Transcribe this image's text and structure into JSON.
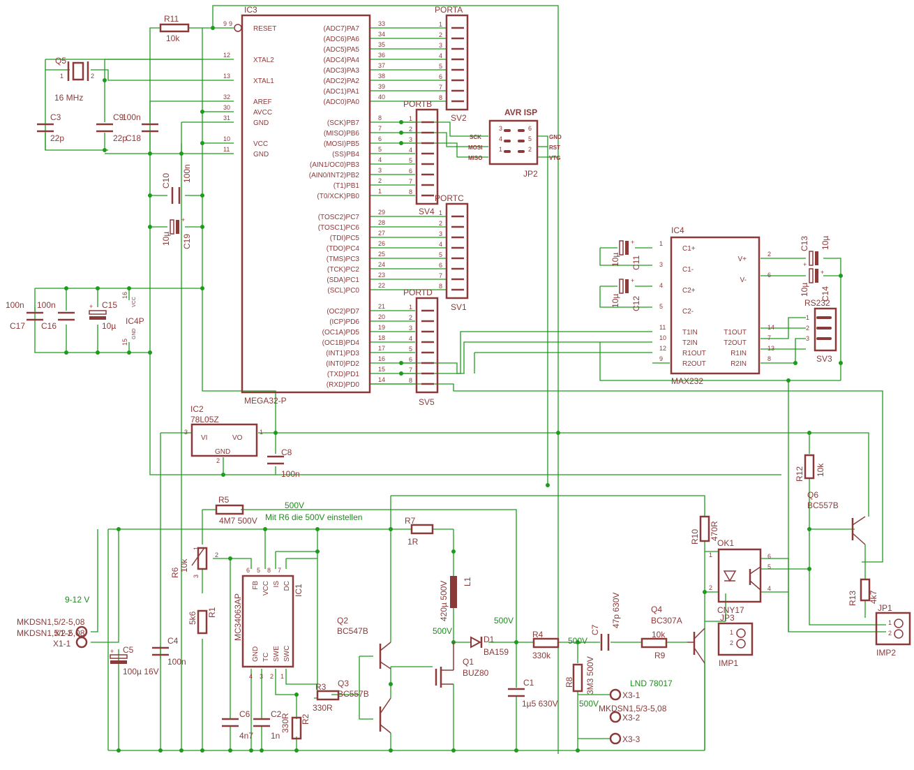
{
  "ic3": {
    "ref": "IC3",
    "value": "MEGA32-P",
    "left_pins": [
      {
        "num": "9",
        "name": "RESET"
      },
      {
        "num": "12",
        "name": "XTAL2"
      },
      {
        "num": "13",
        "name": "XTAL1"
      },
      {
        "num": "32",
        "name": "AREF"
      },
      {
        "num": "30",
        "name": "AVCC"
      },
      {
        "num": "31",
        "name": "GND"
      },
      {
        "num": "10",
        "name": "VCC"
      },
      {
        "num": "11",
        "name": "GND"
      }
    ],
    "right_pins": [
      {
        "num": "33",
        "name": "(ADC7)PA7"
      },
      {
        "num": "34",
        "name": "(ADC6)PA6"
      },
      {
        "num": "35",
        "name": "(ADC5)PA5"
      },
      {
        "num": "36",
        "name": "(ADC4)PA4"
      },
      {
        "num": "37",
        "name": "(ADC3)PA3"
      },
      {
        "num": "38",
        "name": "(ADC2)PA2"
      },
      {
        "num": "39",
        "name": "(ADC1)PA1"
      },
      {
        "num": "40",
        "name": "(ADC0)PA0"
      },
      {
        "num": "8",
        "name": "(SCK)PB7"
      },
      {
        "num": "7",
        "name": "(MISO)PB6"
      },
      {
        "num": "6",
        "name": "(MOSI)PB5"
      },
      {
        "num": "5",
        "name": "(SS)PB4"
      },
      {
        "num": "4",
        "name": "(AIN1/OC0)PB3"
      },
      {
        "num": "3",
        "name": "(AIN0/INT2)PB2"
      },
      {
        "num": "2",
        "name": "(T1)PB1"
      },
      {
        "num": "1",
        "name": "(T0/XCK)PB0"
      },
      {
        "num": "29",
        "name": "(TOSC2)PC7"
      },
      {
        "num": "28",
        "name": "(TOSC1)PC6"
      },
      {
        "num": "27",
        "name": "(TDI)PC5"
      },
      {
        "num": "26",
        "name": "(TDO)PC4"
      },
      {
        "num": "25",
        "name": "(TMS)PC3"
      },
      {
        "num": "24",
        "name": "(TCK)PC2"
      },
      {
        "num": "23",
        "name": "(SDA)PC1"
      },
      {
        "num": "22",
        "name": "(SCL)PC0"
      },
      {
        "num": "21",
        "name": "(OC2)PD7"
      },
      {
        "num": "20",
        "name": "(ICP)PD6"
      },
      {
        "num": "19",
        "name": "(OC1A)PD5"
      },
      {
        "num": "18",
        "name": "(OC1B)PD4"
      },
      {
        "num": "17",
        "name": "(INT1)PD3"
      },
      {
        "num": "16",
        "name": "(INT0)PD2"
      },
      {
        "num": "15",
        "name": "(TXD)PD1"
      },
      {
        "num": "14",
        "name": "(RXD)PD0"
      }
    ]
  },
  "headers": [
    {
      "name": "PORTA",
      "ref": "SV2"
    },
    {
      "name": "PORTB",
      "ref": "SV4"
    },
    {
      "name": "PORTC",
      "ref": "SV1"
    },
    {
      "name": "PORTD",
      "ref": "SV5"
    }
  ],
  "header_pins": [
    "1",
    "2",
    "3",
    "4",
    "5",
    "6",
    "7",
    "8"
  ],
  "isp": {
    "title": "AVR ISP",
    "ref": "JP2",
    "left_labels": [
      "SCK",
      "MOSI",
      "MISO"
    ],
    "right_labels": [
      "GND",
      "RST",
      "VTG"
    ],
    "pins": [
      "3",
      "6",
      "4",
      "5",
      "1",
      "2"
    ]
  },
  "ic4": {
    "ref": "IC4",
    "value": "MAX232",
    "left_pins": [
      {
        "num": "1",
        "name": "C1+"
      },
      {
        "num": "3",
        "name": "C1-"
      },
      {
        "num": "4",
        "name": "C2+"
      },
      {
        "num": "5",
        "name": "C2-"
      },
      {
        "num": "11",
        "name": "T1IN"
      },
      {
        "num": "10",
        "name": "T2IN"
      },
      {
        "num": "12",
        "name": "R1OUT"
      },
      {
        "num": "9",
        "name": "R2OUT"
      }
    ],
    "right_pins": [
      {
        "num": "2",
        "name": "V+"
      },
      {
        "num": "6",
        "name": "V-"
      },
      {
        "num": "14",
        "name": "T1OUT"
      },
      {
        "num": "7",
        "name": "T2OUT"
      },
      {
        "num": "13",
        "name": "R1IN"
      },
      {
        "num": "8",
        "name": "R2IN"
      }
    ]
  },
  "rs232": {
    "name": "RS232",
    "ref": "SV3",
    "pins": [
      "1",
      "2",
      "3"
    ]
  },
  "ic2": {
    "ref": "IC2",
    "value": "78L05Z",
    "vi": "VI",
    "vo": "VO",
    "gnd": "GND",
    "pin_in": "3",
    "pin_out": "1",
    "pin_gnd": "2"
  },
  "ic1": {
    "ref": "IC1",
    "value": "MC34063AP",
    "top_pins": [
      {
        "num": "6",
        "name": "FB"
      },
      {
        "num": "5",
        "name": "VCC"
      },
      {
        "num": "8",
        "name": "IS"
      },
      {
        "num": "7",
        "name": "DC"
      }
    ],
    "bottom_pins": [
      {
        "num": "4",
        "name": "GND"
      },
      {
        "num": "3",
        "name": "TC"
      },
      {
        "num": "2",
        "name": "SWE"
      },
      {
        "num": "1",
        "name": "SWC"
      }
    ]
  },
  "ok1": {
    "ref": "OK1",
    "value": "CNY17",
    "pins": [
      "1",
      "2",
      "6",
      "5",
      "4"
    ]
  },
  "parts": {
    "r11": {
      "ref": "R11",
      "value": "10k"
    },
    "q5": {
      "ref": "Q5",
      "value": "16 MHz",
      "pin1": "1",
      "pin2": "2"
    },
    "c3": {
      "ref": "C3",
      "value": "22p"
    },
    "c9": {
      "ref": "C9",
      "value": "22p"
    },
    "c18": {
      "ref": "C18",
      "value": "100n"
    },
    "c10": {
      "ref": "C10",
      "value": "100n"
    },
    "c19": {
      "ref": "C19",
      "value": "10µ"
    },
    "c17": {
      "ref": "C17",
      "value": "100n"
    },
    "c16": {
      "ref": "C16",
      "value": "100n"
    },
    "c15": {
      "ref": "C15",
      "value": "10µ"
    },
    "ic4p": {
      "ref": "IC4P",
      "vcc": "VCC",
      "gnd": "GND",
      "pin16": "16",
      "pin15": "15"
    },
    "c11": {
      "ref": "C11",
      "value": "10µ"
    },
    "c12": {
      "ref": "C12",
      "value": "10µ"
    },
    "c13": {
      "ref": "C13",
      "value": "10µ"
    },
    "c14": {
      "ref": "C14",
      "value": "10µ"
    },
    "c8": {
      "ref": "C8",
      "value": "100n"
    },
    "r5": {
      "ref": "R5",
      "value": "4M7 500V"
    },
    "r6": {
      "ref": "R6",
      "value": "10k",
      "pins": [
        "1",
        "2",
        "3"
      ]
    },
    "r1": {
      "ref": "R1",
      "value": "5k6"
    },
    "c5": {
      "ref": "C5",
      "value": "100µ 16V"
    },
    "c4": {
      "ref": "C4",
      "value": "100n"
    },
    "c6": {
      "ref": "C6",
      "value": "4n7"
    },
    "c2": {
      "ref": "C2",
      "value": "1n"
    },
    "r2": {
      "ref": "R2",
      "value": "330R"
    },
    "r3": {
      "ref": "R3",
      "value": "330R"
    },
    "r7": {
      "ref": "R7",
      "value": "1R"
    },
    "l1": {
      "ref": "L1",
      "value": "420µ 500V"
    },
    "q2": {
      "ref": "Q2",
      "value": "BC547B"
    },
    "q3": {
      "ref": "Q3",
      "value": "BC557B"
    },
    "q1": {
      "ref": "Q1",
      "value": "BUZ80"
    },
    "d1": {
      "ref": "D1",
      "value": "BA159"
    },
    "c1": {
      "ref": "C1",
      "value": "1µ5 630V"
    },
    "r4": {
      "ref": "R4",
      "value": "330k"
    },
    "r8": {
      "ref": "R8",
      "value": "3M3 500V"
    },
    "c7": {
      "ref": "C7",
      "value": "47p 630V"
    },
    "r9": {
      "ref": "R9",
      "value": "10k"
    },
    "q4": {
      "ref": "Q4",
      "value": "BC307A"
    },
    "r10": {
      "ref": "R10",
      "value": "470R"
    },
    "r12": {
      "ref": "R12",
      "value": "10k"
    },
    "q6": {
      "ref": "Q6",
      "value": "BC557B"
    },
    "r13": {
      "ref": "R13",
      "value": "4k7"
    },
    "jp1": {
      "ref": "JP1",
      "name": "IMP2",
      "pins": [
        "1",
        "2"
      ]
    },
    "jp3": {
      "ref": "JP3",
      "name": "IMP1",
      "pins": [
        "1",
        "2"
      ]
    },
    "x1": {
      "label1": "MKDSN1,5/2-5,08",
      "label2": "MKDSN1,5/2-5,08",
      "pin1": "X1-1",
      "pin2": "X1-2"
    },
    "x3": {
      "label": "MKDSN1,5/3-5,08",
      "pin1": "X3-1",
      "pin2": "X3-2",
      "pin3": "X3-3"
    }
  },
  "net_labels": {
    "v500a": "500V",
    "r6_note": "Mit R6 die 500V einstellen",
    "supply": "9-12 V",
    "v500b": "500V",
    "v500c": "500V",
    "v500d": "500V",
    "v500e": "500V",
    "lnd": "LND 78017"
  },
  "colors": {
    "wire": "#1e9a1e",
    "component": "#8b3a3a",
    "text_net": "#1e8c1e"
  }
}
